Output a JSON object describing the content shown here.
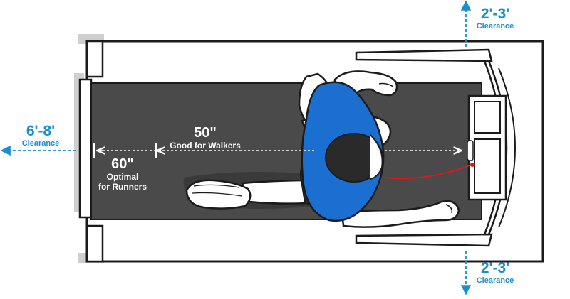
{
  "clearance_top": {
    "measure": "2'-3'",
    "label": "Clearance"
  },
  "clearance_bottom": {
    "measure": "2'-3'",
    "label": "Clearance"
  },
  "clearance_rear": {
    "measure": "6'-8'",
    "label": "Clearance"
  },
  "deck_walkers": {
    "measure": "50\"",
    "label": "Good for Walkers"
  },
  "deck_runners": {
    "measure": "60\"",
    "label_line1": "Optimal",
    "label_line2": "for Runners"
  },
  "colors": {
    "accent_blue": "#1a8fd0",
    "belt": "#4a4a4a",
    "shirt": "#1b6fd1",
    "cord": "#e0161c"
  }
}
